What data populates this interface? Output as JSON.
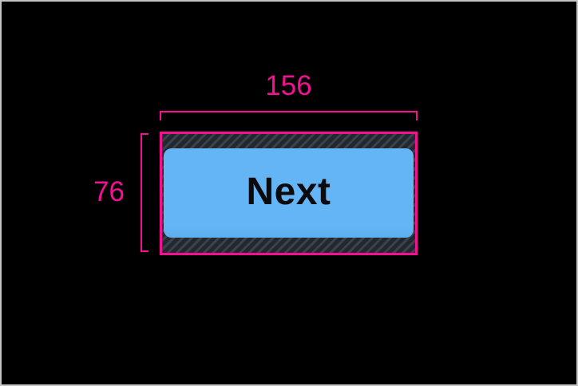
{
  "inspector": {
    "width_label": "156",
    "height_label": "76"
  },
  "button": {
    "label": "Next"
  },
  "colors": {
    "canvas-bg": "#000000",
    "frame-border": "#c4c4c4",
    "accent": "#f50f92",
    "button-fill": "#64b5f6",
    "button-fill-bottom": "#5caeef",
    "button-text": "#0b0b0d",
    "hatch-base": "#3a424d",
    "hatch-stripe": "#23272e"
  }
}
